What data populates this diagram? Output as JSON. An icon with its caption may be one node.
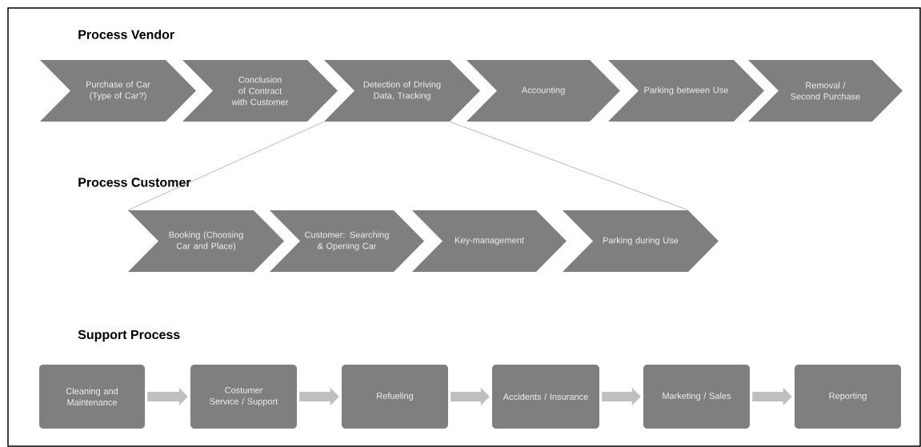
{
  "diagram": {
    "nodes": [
      {
        "text": [
          "Purchase of Car (Type of Car?)"
        ]
      },
      {
        "text": [
          "Conclusion of Contract with Customer"
        ]
      },
      {
        "text": [
          "Detection of Driving Data, Tracking"
        ]
      },
      {
        "text": [
          "Accounting"
        ]
      },
      {
        "text": [
          "Parking between Use"
        ]
      },
      {
        "text": [
          "Removal / Second Purchase"
        ]
      },
      {
        "text": [
          "Booking (Choosing Car and Place)"
        ]
      },
      {
        "text": [
          "Customer: Searching & Opening Car"
        ]
      },
      {
        "text": [
          "Key-management"
        ]
      },
      {
        "text": [
          "Parking during Use"
        ]
      },
      {
        "text": [
          "Cleaning and Maintenance"
        ]
      },
      {
        "text": [
          "Costumer Service / Support"
        ]
      },
      {
        "text": [
          "Refueling"
        ]
      },
      {
        "text": [
          "Accidents / Insurance"
        ]
      },
      {
        "text": [
          "Marketing / Sales"
        ]
      },
      {
        "text": [
          "Reporting"
        ]
      }
    ],
    "edges": [
      {
        "from": 2,
        "to": 6,
        "arrow": "none",
        "color": "#a6a6a6"
      },
      {
        "from": 2,
        "to": 9,
        "arrow": "none",
        "color": "#a6a6a6"
      },
      {
        "from": 10,
        "to": 11,
        "arrow": "to"
      },
      {
        "from": 11,
        "to": 12,
        "arrow": "to"
      },
      {
        "from": 12,
        "to": 13,
        "arrow": "to"
      },
      {
        "from": 13,
        "to": 14,
        "arrow": "to"
      },
      {
        "from": 14,
        "to": 15,
        "arrow": "to"
      }
    ],
    "labels": [
      "Process Vendor",
      "Process Customer",
      "Support Process"
    ]
  }
}
